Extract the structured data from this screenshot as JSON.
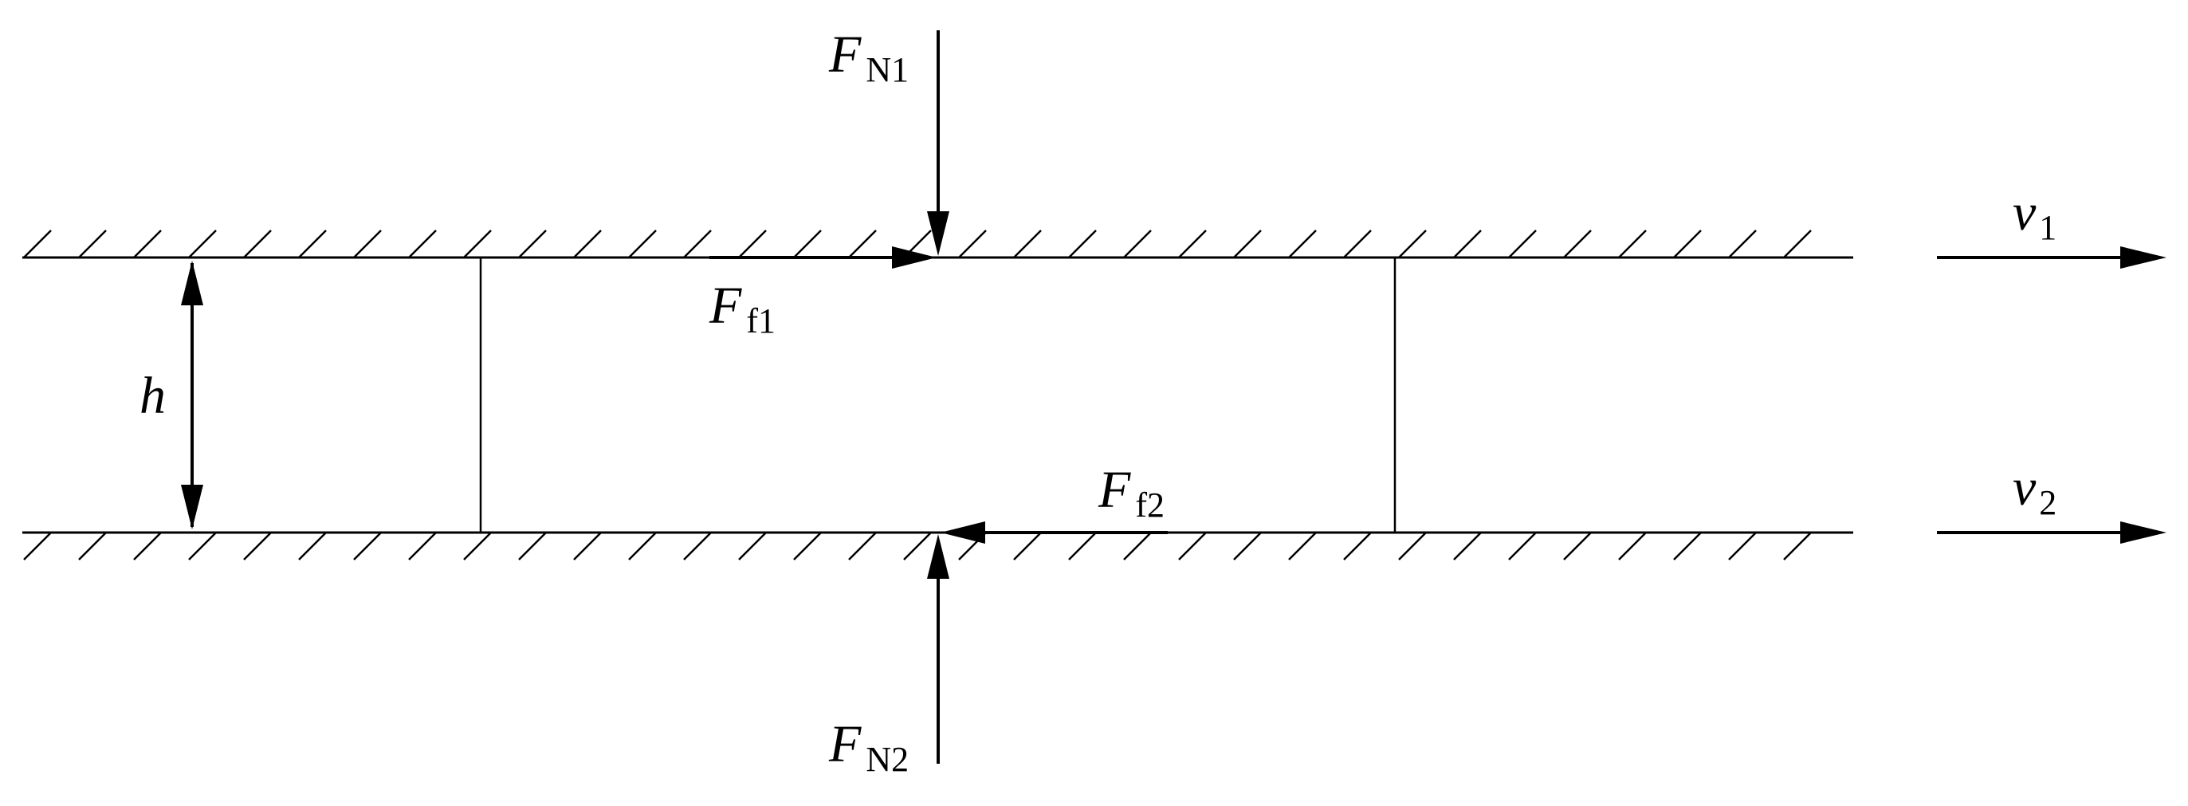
{
  "labels": {
    "fn1": {
      "main": "F",
      "sub": "N1"
    },
    "fn2": {
      "main": "F",
      "sub": "N2"
    },
    "ff1": {
      "main": "F",
      "sub": "f1"
    },
    "ff2": {
      "main": "F",
      "sub": "f2"
    },
    "h": {
      "main": "h"
    },
    "v1": {
      "main": "v",
      "sub": "1"
    },
    "v2": {
      "main": "v",
      "sub": "2"
    }
  },
  "colors": {
    "line": "#000000",
    "background": "#ffffff"
  }
}
